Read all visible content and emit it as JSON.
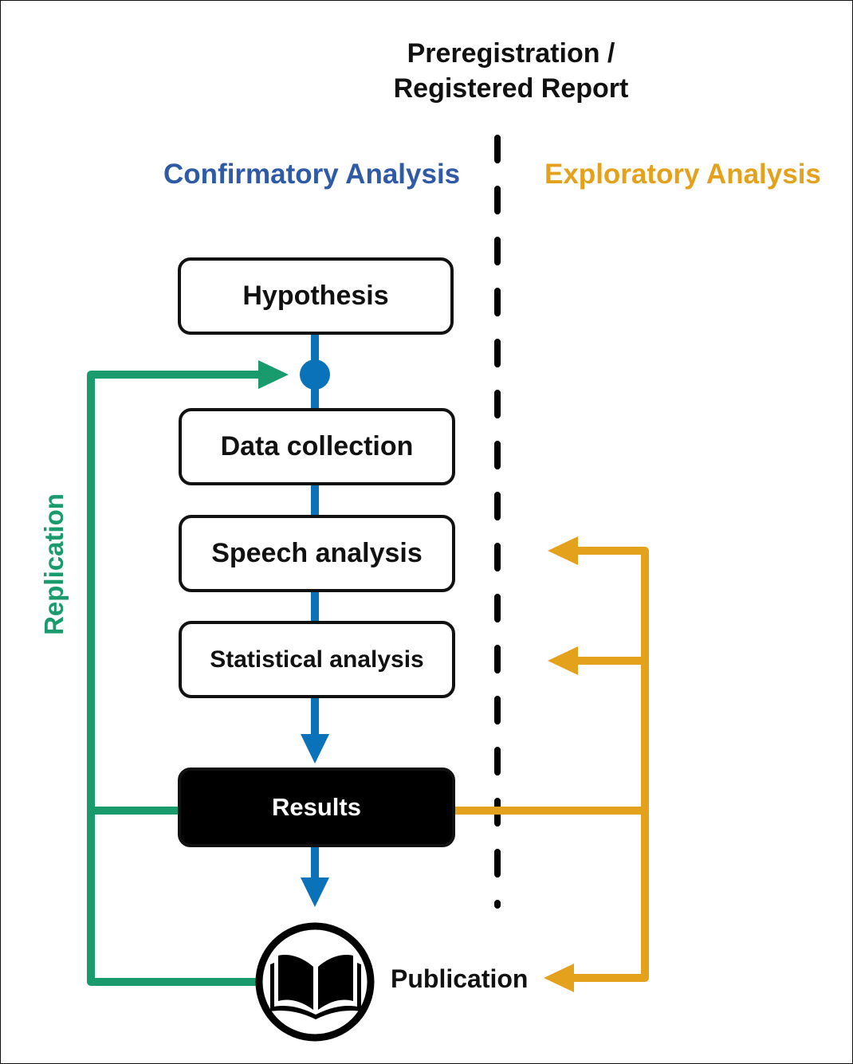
{
  "heading": {
    "line1": "Preregistration /",
    "line2": "Registered Report"
  },
  "columns": {
    "confirmatory": {
      "label": "Confirmatory Analysis",
      "color": "#2e5aa6"
    },
    "exploratory": {
      "label": "Exploratory Analysis",
      "color": "#e4a11b"
    }
  },
  "steps": {
    "hypothesis": "Hypothesis",
    "data_collection": "Data collection",
    "speech_analysis": "Speech analysis",
    "statistical_analysis": "Statistical analysis",
    "results": "Results"
  },
  "publication": {
    "label": "Publication",
    "icon": "open-book-icon"
  },
  "replication": {
    "label": "Replication",
    "color": "#1a9b6e"
  },
  "flow_color": "#0a72b8",
  "divider_color": "#000000"
}
